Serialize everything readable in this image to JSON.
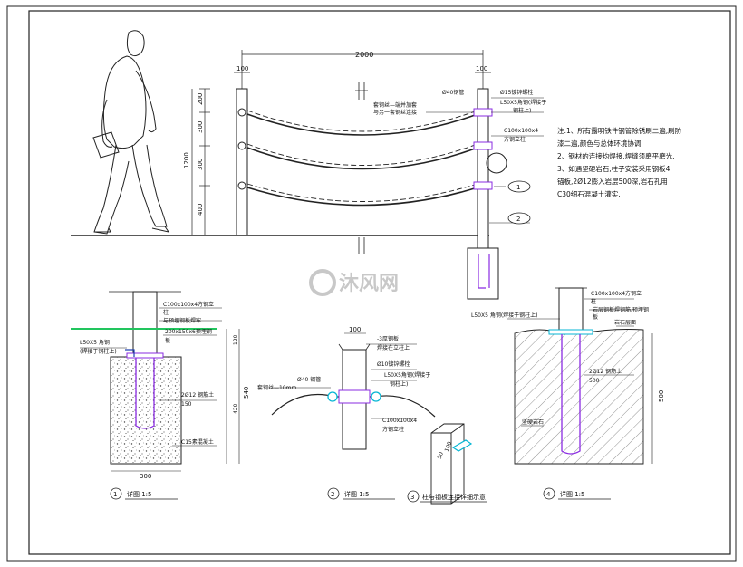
{
  "title": "",
  "elevation": {
    "dim_span": "2000",
    "dim_post_left": "100",
    "dim_post_right": "100",
    "dim_h": [
      "200",
      "300",
      "300",
      "400"
    ],
    "dim_total": "1200",
    "note_pipe": "Ø40钢管",
    "note_bolt": "Ø15镀锌螺栓",
    "note_angle": "L50X5角钢(焊接于",
    "note_angle2": "钢柱上)",
    "note_chain": "套钢丝—端并加套",
    "note_chain2": "与另一套钢丝连接",
    "note_column": "C100x100x4",
    "note_column2": "方钢立柱",
    "callout_1": "1",
    "callout_2": "2"
  },
  "notes": [
    "注:1、所有露明铁件钢管除锈刷二遍,刷防",
    "   漆二遍,颜色与总体环境协调.",
    "   2、钢材的连接均焊接,焊缝须磨平磨光.",
    "   3、如遇坚硬岩石,柱子安装采用钢板4",
    "   锚板,2Ø12膨入岩层500深,岩石孔用",
    "   C30细石混凝土灌实."
  ],
  "watermark": "沐风网",
  "detail1": {
    "column": "C100x100x4方钢立",
    "column2": "柱",
    "column3": "与预埋钢板焊牢",
    "angle": "L50X5 角钢",
    "angle2": "(焊接于钢柱上)",
    "plate": "200x150x6预埋钢",
    "plate2": "板",
    "rebar": "2Ø12 钢筋土",
    "rebar2": "150",
    "concrete": "C15素混凝土",
    "dim_w": "300",
    "dim_h1": "120",
    "dim_h2": "540",
    "dim_h3": "420",
    "caption": "详图  1:5",
    "caption_num": "1"
  },
  "detail2": {
    "dim_top": "100",
    "chain": "-3厚钢板",
    "chain2": "焊接在立柱上",
    "bolt": "Ø10镀锌螺栓",
    "angle": "L50X5角钢(焊接于",
    "angle2": "钢柱上)",
    "pipe": "Ø40 钢管",
    "wire": "套钢丝—10mm",
    "column": "C100x100x4",
    "column2": "方钢立柱",
    "caption": "详图  1:5",
    "caption_num": "2"
  },
  "detail3": {
    "caption": "柱与钢板连接详细示意",
    "caption_num": "3",
    "dims": [
      "50",
      "100"
    ]
  },
  "detail4": {
    "column": "C100x100x4方钢立",
    "column2": "柱",
    "angle": "L50X5 角钢(焊接于钢柱上)",
    "plate": "岩层钢板焊钢筋,预埋钢",
    "plate2": "板",
    "rock": "岩石层面",
    "rebar": "2Ø12 钢筋土",
    "rebar2": "500",
    "dim_h": "500",
    "label": "坚硬岩石",
    "caption": "详图  1:5",
    "caption_num": "4"
  }
}
